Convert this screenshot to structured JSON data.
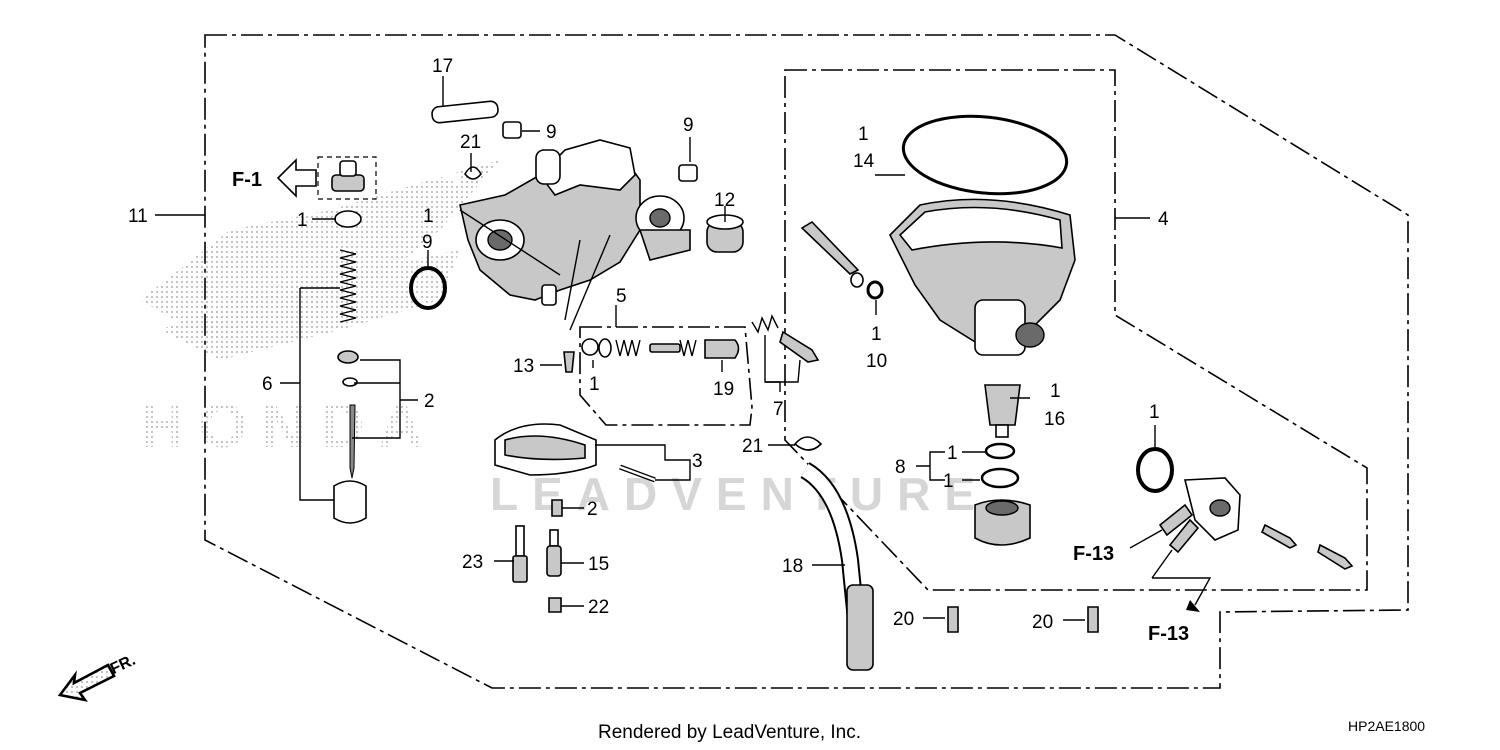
{
  "watermark": {
    "brand": "HONDA",
    "text": "LEADVENTURE"
  },
  "callouts": [
    "17",
    "21",
    "9",
    "9",
    "12",
    "1",
    "14",
    "4",
    "11",
    "1",
    "1",
    "9",
    "5",
    "13",
    "1",
    "19",
    "7",
    "1",
    "10",
    "6",
    "2",
    "1",
    "16",
    "3",
    "21",
    "8",
    "1",
    "1",
    "1",
    "2",
    "23",
    "15",
    "22",
    "18",
    "20",
    "20"
  ],
  "refs": [
    "F-1",
    "F-13",
    "F-13",
    "FR."
  ],
  "footer": {
    "credit": "Rendered by LeadVenture, Inc.",
    "diagram_code": "HP2AE1800"
  },
  "colors": {
    "ink": "#000000",
    "watermark": "#d6d6d6",
    "part_fill": "#c8c8c8"
  }
}
